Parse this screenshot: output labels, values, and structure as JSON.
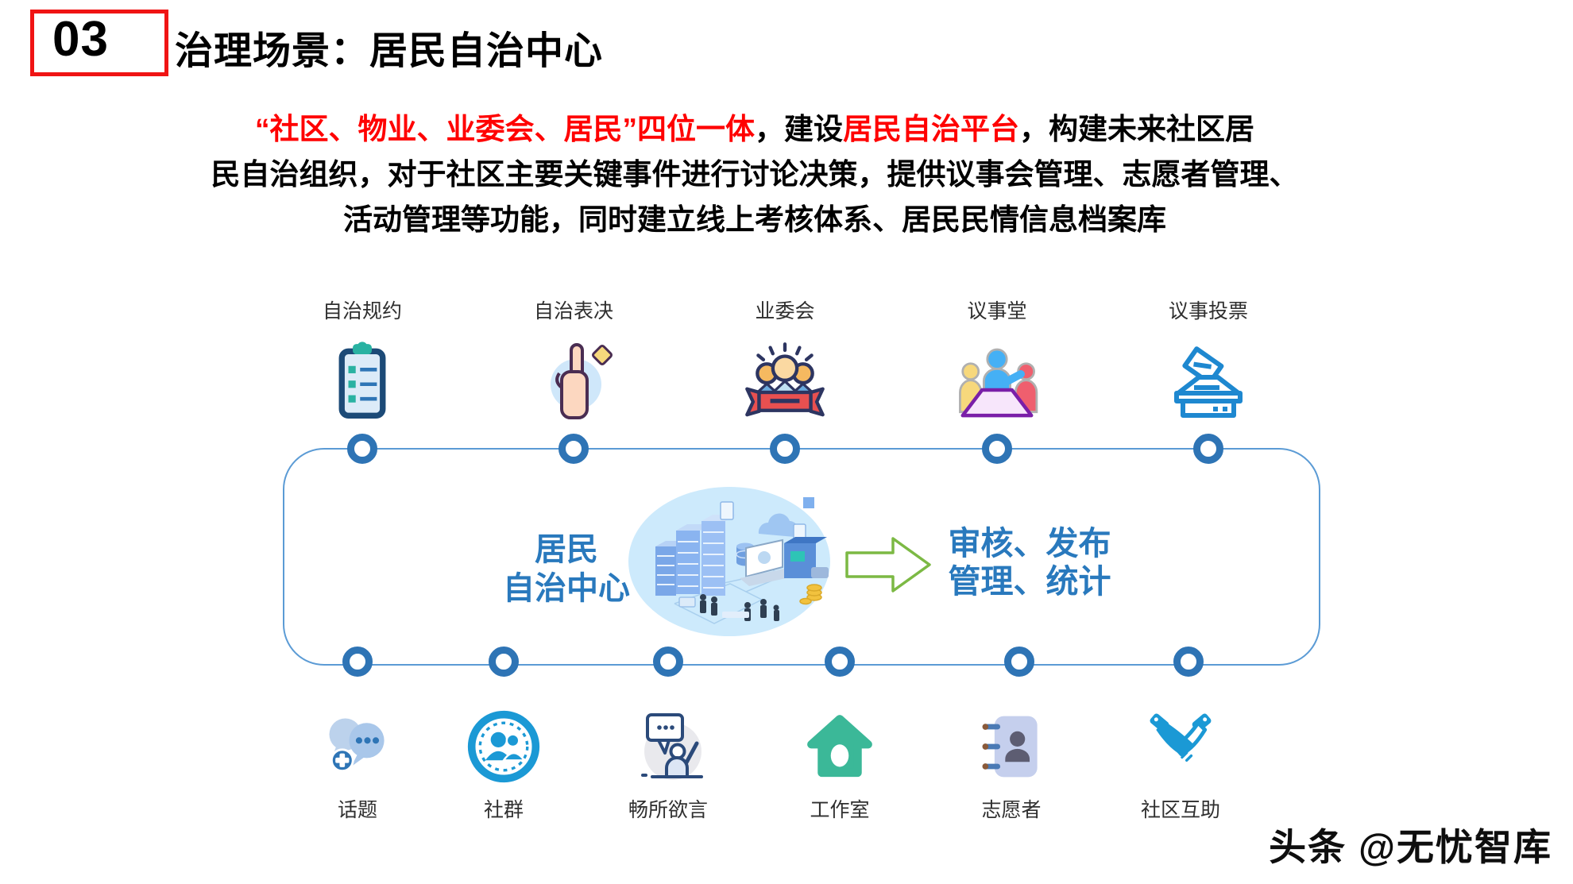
{
  "header": {
    "number": "03",
    "title": "治理场景：居民自治中心"
  },
  "intro": {
    "lines": [
      {
        "segments": [
          {
            "text": "“社区、物业、业委会、居民”四位一体",
            "color": "red"
          },
          {
            "text": "，建设",
            "color": "black"
          },
          {
            "text": "居民自治平台",
            "color": "red"
          },
          {
            "text": "，构建未来社区居",
            "color": "black"
          }
        ]
      },
      {
        "segments": [
          {
            "text": "民自治组织，对于社区主要关键事件进行讨论决策，提供议事会管理、志愿者管理、",
            "color": "black"
          }
        ]
      },
      {
        "segments": [
          {
            "text": "活动管理等功能，同时建立线上考核体系、居民民情信息档案库",
            "color": "black"
          }
        ]
      }
    ]
  },
  "diagram": {
    "top_nodes": [
      {
        "label": "自治规约",
        "icon": "clipboard-icon"
      },
      {
        "label": "自治表决",
        "icon": "raised-hand-icon"
      },
      {
        "label": "业委会",
        "icon": "committee-icon"
      },
      {
        "label": "议事堂",
        "icon": "meeting-icon"
      },
      {
        "label": "议事投票",
        "icon": "ballot-box-icon"
      }
    ],
    "bottom_nodes": [
      {
        "label": "话题",
        "icon": "chat-topic-icon"
      },
      {
        "label": "社群",
        "icon": "community-group-icon"
      },
      {
        "label": "畅所欲言",
        "icon": "speak-freely-icon"
      },
      {
        "label": "工作室",
        "icon": "workshop-house-icon"
      },
      {
        "label": "志愿者",
        "icon": "volunteer-book-icon"
      },
      {
        "label": "社区互助",
        "icon": "handshake-icon"
      }
    ],
    "center": {
      "line1": "居民",
      "line2": "自治中心",
      "illustration": "smart-community-illustration"
    },
    "result": {
      "line1": "审核、发布",
      "line2": "管理、统计"
    },
    "colors": {
      "ring_blue": "#2e74b5",
      "frame_blue": "#5b9bd5",
      "text_blue": "#2979bd",
      "arrow_green": "#7cb944",
      "highlight_red": "#ff0000"
    }
  },
  "watermark": "头条 @无忧智库"
}
